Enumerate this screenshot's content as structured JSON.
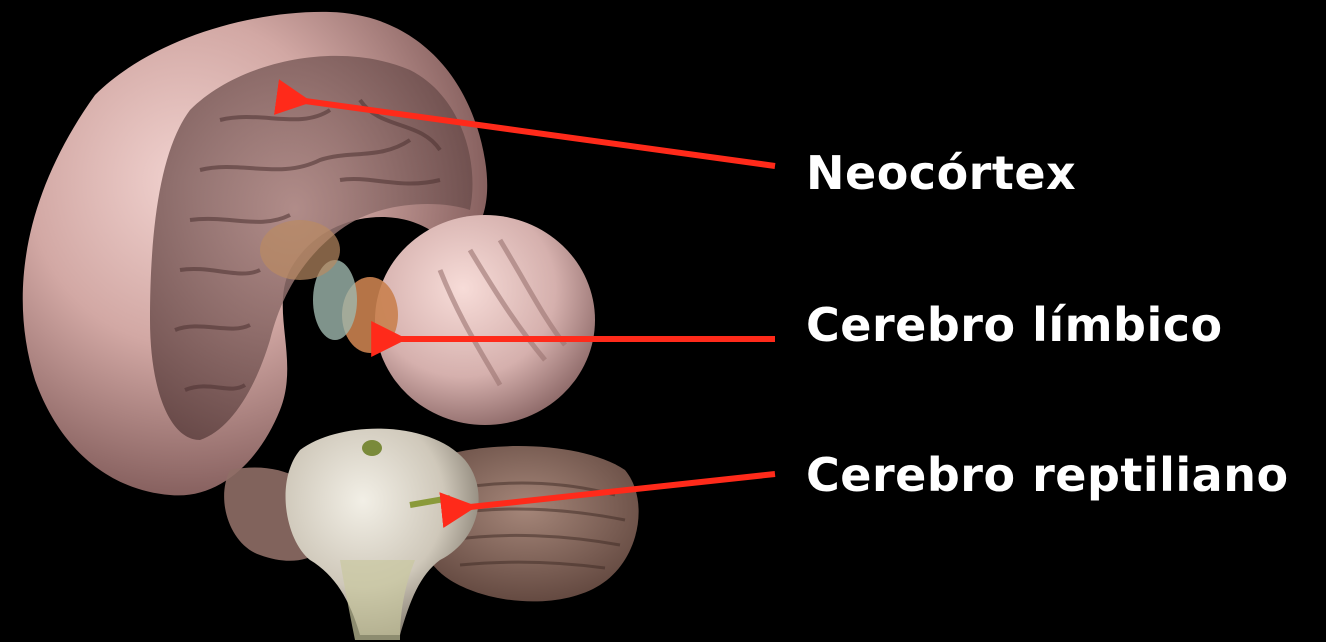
{
  "labels": {
    "neocortex": "Neocórtex",
    "limbic": "Cerebro límbico",
    "reptilian": "Cerebro reptiliano"
  },
  "colors": {
    "background": "#000000",
    "arrow": "#ff2a1a",
    "label_text": "#ffffff",
    "cortex": "#c99a98",
    "cerebellum": "#8f6f64",
    "brainstem": "#d8d2c4"
  },
  "icons": {
    "diagram_image": "brain-illustration"
  }
}
